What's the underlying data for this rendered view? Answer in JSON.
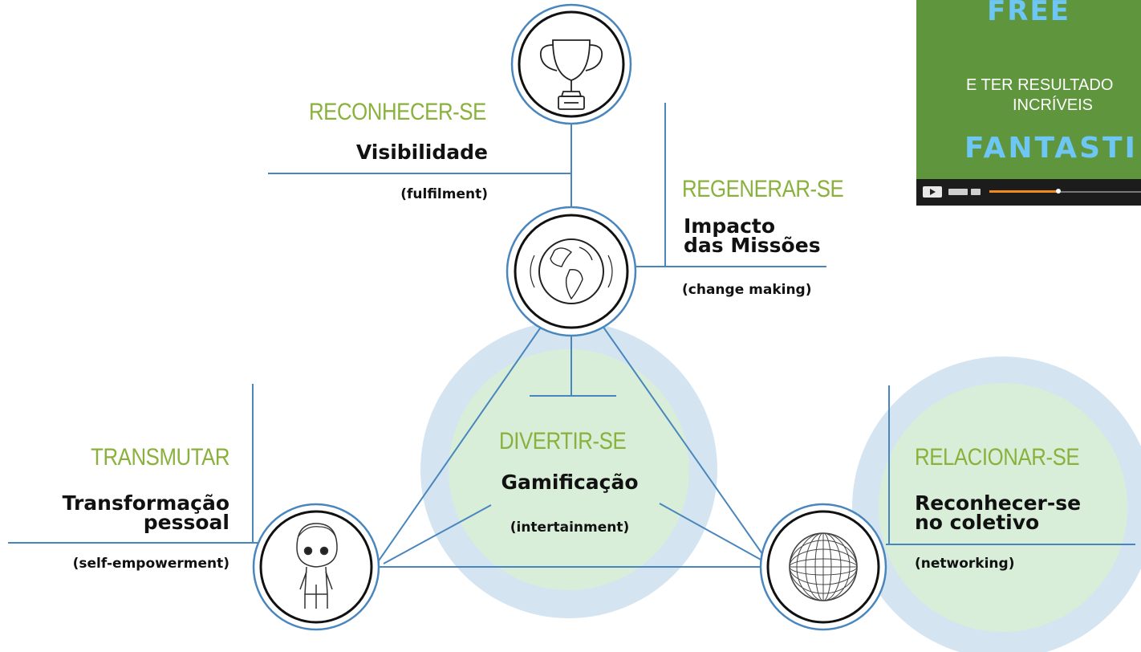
{
  "nodes": {
    "reconhecer": {
      "category": "RECONHECER-SE",
      "title": "Visibilidade",
      "subtitle": "(fulfilment)",
      "icon": "trophy-icon"
    },
    "regenerar": {
      "category": "REGENERAR-SE",
      "title_line1": "Impacto",
      "title_line2": "das Missões",
      "subtitle": "(change making)",
      "icon": "globe-icon"
    },
    "divertir": {
      "category": "DIVERTIR-SE",
      "title": "Gamificação",
      "subtitle": "(intertainment)"
    },
    "transmutar": {
      "category": "TRANSMUTAR",
      "title_line1": "Transformação",
      "title_line2": "pessoal",
      "subtitle": "(self-empowerment)",
      "icon": "figure-icon"
    },
    "relacionar": {
      "category": "RELACIONAR-SE",
      "title_line1": "Reconhecer-se",
      "title_line2": "no coletivo",
      "subtitle": "(networking)",
      "icon": "wire-sphere-icon"
    }
  },
  "ad": {
    "word1": "FREE",
    "line1": "E TER RESULTADO",
    "line2": "INCRÍVEIS",
    "word2": "FANTASTI",
    "progress": 0.44
  },
  "colors": {
    "line": "#4a86be",
    "category": "#8ab13c",
    "halo_outer": "#d4e5f1",
    "halo_inner": "#d8eed9",
    "ad_bg": "#5f953c",
    "ad_accent": "#6ec6f5",
    "ad_progress": "#f08a1c"
  }
}
